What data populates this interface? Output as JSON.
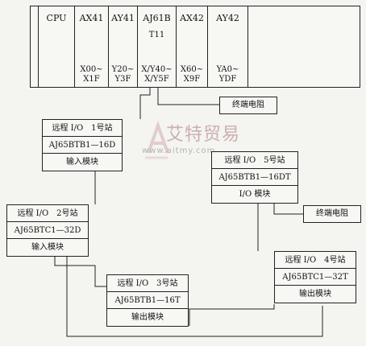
{
  "rack": {
    "slots": [
      {
        "label": "",
        "sub": "",
        "addr": ""
      },
      {
        "label": "CPU",
        "sub": "",
        "addr": ""
      },
      {
        "label": "AX41",
        "sub": "",
        "addr": "X00~\nX1F"
      },
      {
        "label": "AY41",
        "sub": "",
        "addr": "Y20~\nY3F"
      },
      {
        "label": "AJ61B",
        "sub": "T11",
        "addr": "X/Y40~\nX/Y5F"
      },
      {
        "label": "AX42",
        "sub": "",
        "addr": "X60~\nX9F"
      },
      {
        "label": "AY42",
        "sub": "",
        "addr": "YA0~\nYDF"
      }
    ]
  },
  "terminators": [
    {
      "label": "终端电阻"
    },
    {
      "label": "终端电阻"
    }
  ],
  "stations": [
    {
      "title": "远程 I/O　1号站",
      "model": "AJ65BTB1—16D",
      "type": "输入模块"
    },
    {
      "title": "远程 I/O　2号站",
      "model": "AJ65BTC1—32D",
      "type": "输入模块"
    },
    {
      "title": "远程 I/O　3号站",
      "model": "AJ65BTB1—16T",
      "type": "输出模块"
    },
    {
      "title": "远程 I/O　4号站",
      "model": "AJ65BTC1—32T",
      "type": "输出模块"
    },
    {
      "title": "远程 I/O　5号站",
      "model": "AJ65BTB1—16DT",
      "type": "I/O 模块"
    }
  ],
  "watermark": {
    "name": "艾特贸易",
    "url": "www.aitmy.com"
  }
}
